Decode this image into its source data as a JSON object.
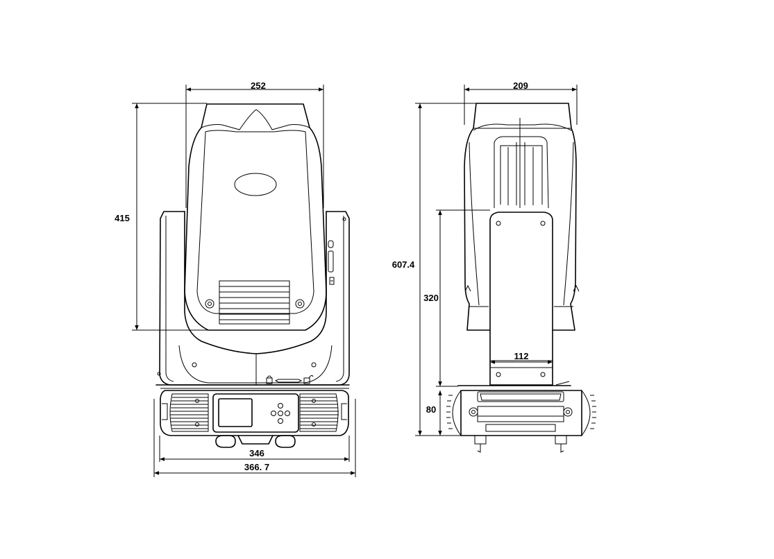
{
  "drawing": {
    "front_view": {
      "top_width": "252",
      "head_height": "415",
      "base_width": "346",
      "overall_width": "366. 7"
    },
    "side_view": {
      "top_width": "209",
      "total_height": "607.4",
      "yoke_height": "320",
      "arm_width": "112",
      "base_height": "80"
    }
  }
}
